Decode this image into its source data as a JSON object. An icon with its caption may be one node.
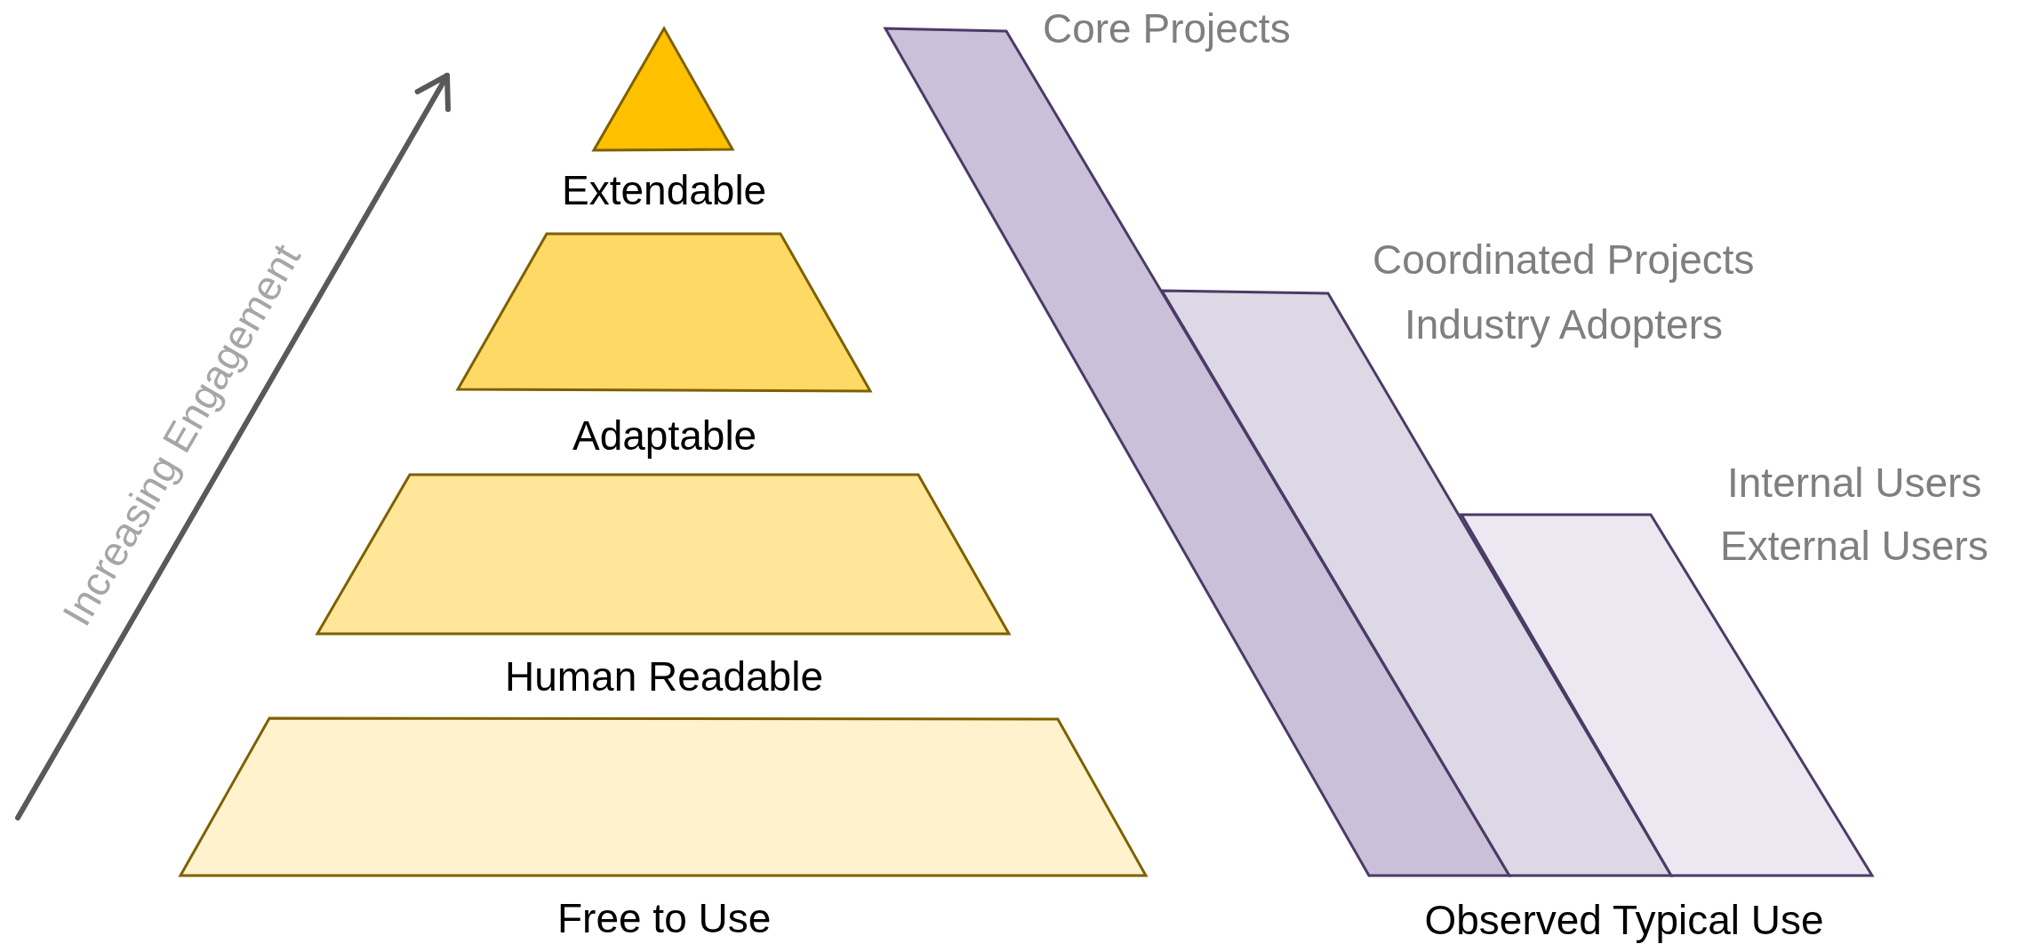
{
  "diagram": {
    "nodes": [
      {
        "text": [
          "Extendable"
        ]
      },
      {
        "text": [
          "Adaptable"
        ]
      },
      {
        "text": [
          "Human Readable"
        ]
      },
      {
        "text": [
          "Free to Use"
        ]
      },
      {
        "text": [],
        "shape": "band",
        "beside": [
          "Core Projects"
        ]
      },
      {
        "text": [],
        "shape": "band",
        "beside": [
          "Coordinated Projects",
          "Industry Adopters"
        ]
      },
      {
        "text": [],
        "shape": "band",
        "beside": [
          "Internal Users",
          "External Users"
        ]
      }
    ],
    "labels": [
      "Increasing Engagement",
      "Observed Typical Use"
    ]
  }
}
